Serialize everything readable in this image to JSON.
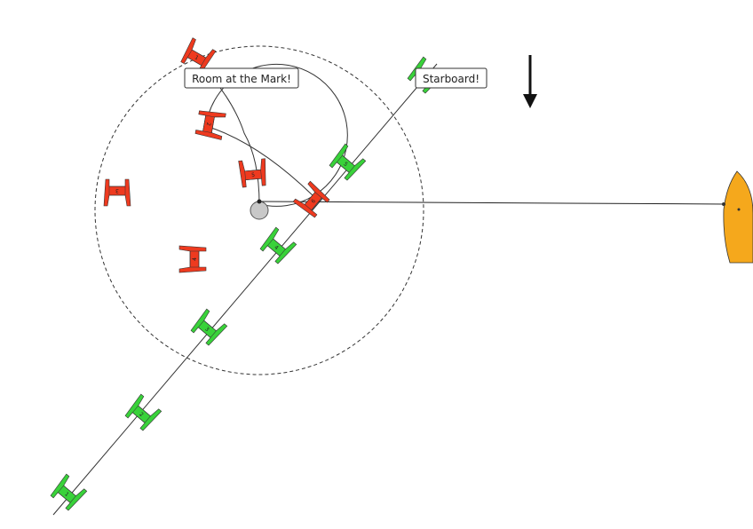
{
  "callouts": {
    "room_at_mark": "Room at the Mark!",
    "starboard": "Starboard!"
  },
  "colors": {
    "red_boat": "#ee3a1f",
    "green_boat": "#39d23a",
    "committee_boat": "#f5a81c",
    "mark": "#c8c8c8",
    "line": "#222222"
  },
  "icons": {
    "wind": "wind-direction-arrow-icon",
    "mark": "mark-buoy-icon",
    "committee": "committee-boat-icon"
  },
  "boats": {
    "red": [
      {
        "pos": 1,
        "label": "1"
      },
      {
        "pos": 2,
        "label": "2"
      },
      {
        "pos": 3,
        "label": "3"
      },
      {
        "pos": 4,
        "label": "4"
      },
      {
        "pos": 5,
        "label": "5"
      },
      {
        "pos": 6,
        "label": "6"
      }
    ],
    "green": [
      {
        "pos": 1,
        "label": "1"
      },
      {
        "pos": 2,
        "label": "2"
      },
      {
        "pos": 3,
        "label": "3"
      },
      {
        "pos": 4,
        "label": "4"
      },
      {
        "pos": 5,
        "label": "5"
      },
      {
        "pos": 6,
        "label": "6"
      }
    ]
  }
}
